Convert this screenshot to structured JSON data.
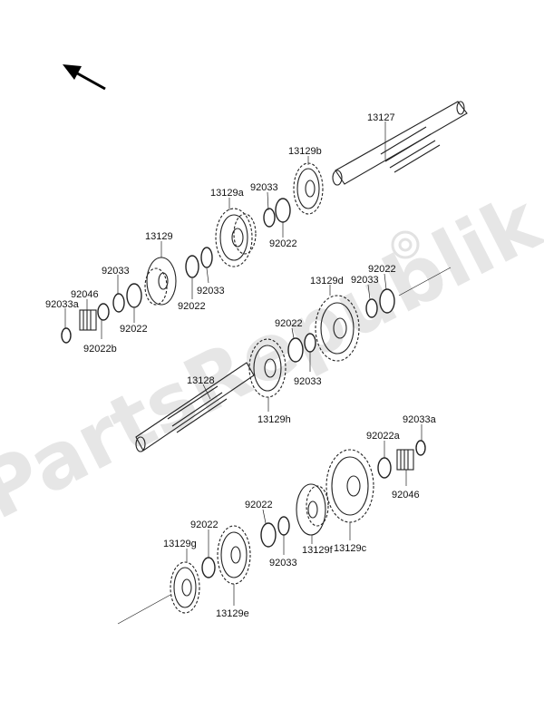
{
  "watermark": "PartsRepublik",
  "labels": {
    "p13127": "13127",
    "p13129b": "13129b",
    "p92033_top": "92033",
    "p13129a": "13129a",
    "p92022_top": "92022",
    "p13129": "13129",
    "p92033_mid": "92033",
    "p92033_left": "92033",
    "p92046_left": "92046",
    "p92033a_left": "92033a",
    "p92022_left": "92022",
    "p92022b": "92022b",
    "p92022_mid": "92022",
    "p13129d": "13129d",
    "p92033_r": "92033",
    "p92022_r": "92022",
    "p92022_c": "92022",
    "p92033_c": "92033",
    "p13128": "13128",
    "p13129h": "13129h",
    "p92033a_r": "92033a",
    "p92022a": "92022a",
    "p92046_r": "92046",
    "p92022_lo": "92022",
    "p92022_lo2": "92022",
    "p13129g": "13129g",
    "p92033_lo": "92033",
    "p13129f": "13129f",
    "p13129c": "13129c",
    "p13129e": "13129e"
  }
}
